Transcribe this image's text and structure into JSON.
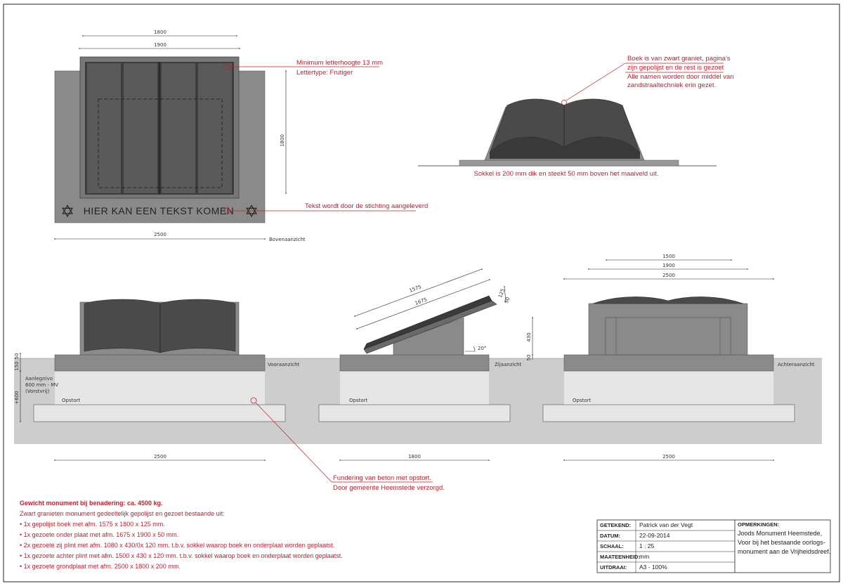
{
  "top_view": {
    "dim_1800": "1800",
    "dim_1900": "1900",
    "dim_2500": "2500",
    "dim_height_1800": "1800",
    "view_label": "Bovenaanzicht",
    "center_text": "HIER KAN EEN TEKST KOMEN"
  },
  "callouts": {
    "letter_height": "Minimum letterhoogte 13 mm",
    "font_type": "Lettertype: Frutiger",
    "text_supplied": "Tekst wordt door de stichting aangeleverd",
    "book_line1": "Boek is van zwart graniet, pagina's",
    "book_line2": "zijn gepolijst en de rest is gezoet",
    "book_line3": "Alle namen worden door middel van",
    "book_line4": "zandstraaltechniek erin gezet.",
    "sokkel": "Sokkel is 200 mm dik en steekt 50 mm boven het maaiveld uit.",
    "foundation_line1": "Fundering van beton met opstort.",
    "foundation_line2": "Door gemeente Heemstede verzorgd."
  },
  "front_view": {
    "label": "Vooraanzicht",
    "opstort": "Opstort",
    "dim_bottom": "2500",
    "dim_150": "150",
    "dim_50": "50",
    "dim_600": "+600",
    "aanleg1": "Aanlegnivo",
    "aanleg2": "600 mm - MV",
    "aanleg3": "(Vorstvrij)"
  },
  "side_view": {
    "label": "Zijaanzicht",
    "opstort": "Opstort",
    "dim_bottom": "1800",
    "dim_1575": "1575",
    "dim_1675": "1675",
    "dim_125": "125",
    "dim_50": "50",
    "dim_430": "430",
    "dim_50b": "50",
    "angle": "20°"
  },
  "back_view": {
    "label": "Achteraanzicht",
    "opstort": "Opstort",
    "dim_1500": "1500",
    "dim_1900": "1900",
    "dim_2500": "2500",
    "dim_bottom": "2500"
  },
  "spec": {
    "title": "Gewicht monument bij benadering: ca. 4500 kg.",
    "intro": "Zwart granieten monument gedeeltelijk gepolijst en gezoet bestaande uit:",
    "items": [
      "• 1x gepolijst boek met afm. 1575 x 1800 x 125 mm.",
      "• 1x gezoete onder plaat met afm. 1675 x 1900 x 50 mm.",
      "• 2x gezoete zij plint met afm. 1080 x 430/0x 120 mm. t.b.v. sokkel waarop boek en onderplaat worden geplaatst.",
      "• 1x gezoete achter plint met afm. 1500 x 430 x 120 mm. t.b.v. sokkel waarop boek en onderplaat worden geplaatst.",
      "• 1x gezoete grondplaat met afm. 2500 x 1800 x 200 mm."
    ]
  },
  "titleblock": {
    "k_getekend": "GETEKEND:",
    "v_getekend": "Patrick van der Vegt",
    "k_datum": "DATUM:",
    "v_datum": "22-09-2014",
    "k_schaal": "SCHAAL:",
    "v_schaal": "1 : 25",
    "k_maat": "MAATEENHEID:",
    "v_maat": "mm",
    "k_uitdraai": "UITDRAAI:",
    "v_uitdraai": "A3 - 100%",
    "k_opm": "OPMERKINGEN:",
    "opm1": "Joods Monument Heemstede,",
    "opm2": "Voor bij het bestaande oorlogs-",
    "opm3": "monument aan de Vrijheidsdreef."
  },
  "colors": {
    "accent": "#c0202c",
    "granite_dark": "#4a4a4a",
    "granite_mid": "#8a8a8a",
    "ground": "#cdcdcd"
  }
}
